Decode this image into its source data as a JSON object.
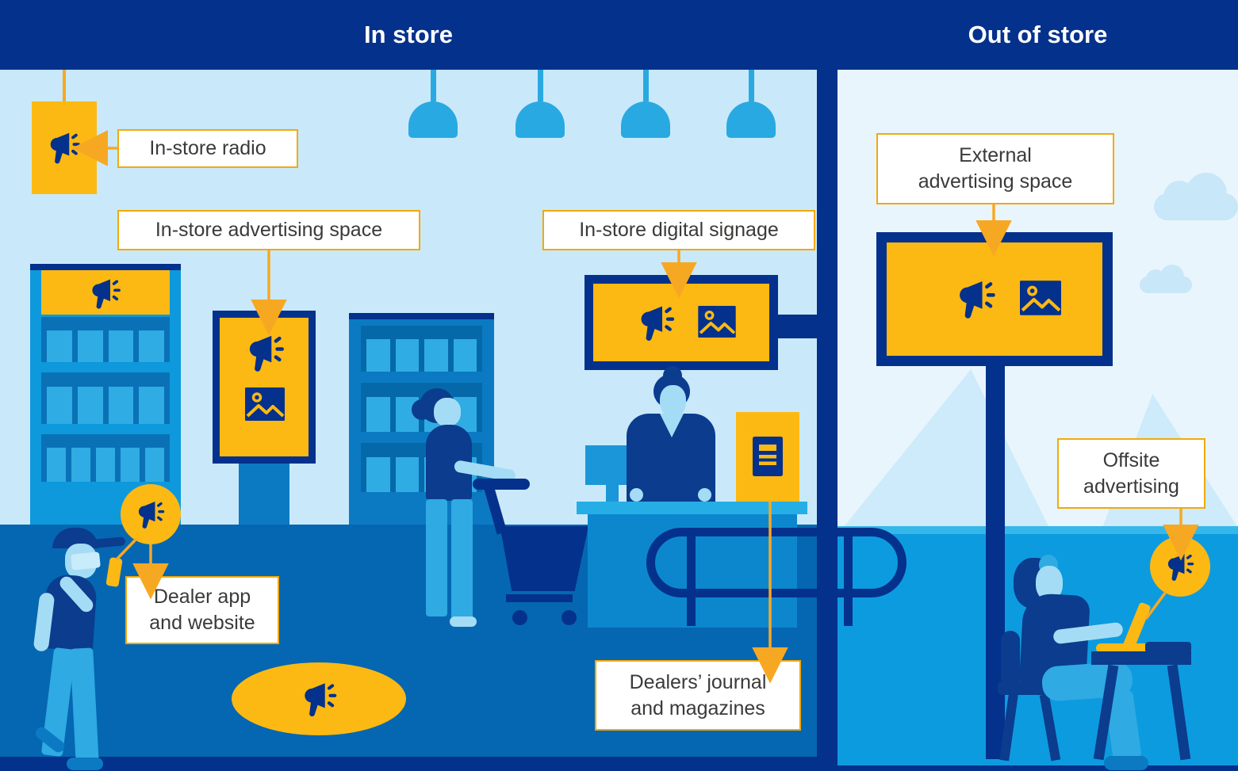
{
  "header": {
    "left": "In store",
    "right": "Out of store"
  },
  "labels": {
    "in_store_radio": "In-store radio",
    "in_store_advertising_space": "In-store advertising space",
    "in_store_digital_signage": "In-store digital signage",
    "dealer_app": "Dealer app and website",
    "dealers_journal": "Dealers’ journal and magazines",
    "external_advertising": "External advertising space",
    "offsite_advertising": "Offsite advertising"
  },
  "icons": {
    "megaphone": "megaphone-icon",
    "image": "image-icon",
    "document": "document-icon",
    "lamp": "ceiling-lamp",
    "cloud": "cloud",
    "mountain": "mountain"
  },
  "colors": {
    "navy": "#04318C",
    "yellow": "#FDB913",
    "arrow_yellow": "#F7A823",
    "label_border": "#F2A90A",
    "label_text": "#3A3A39",
    "wall_light_blue": "#C9E9FB",
    "sky_light_blue": "#E9F5FD",
    "floor_blue": "#0567B1",
    "ground_blue": "#0D9BDF",
    "bright_blue": "#29A9E1",
    "medium_blue": "#0B7AC2",
    "white": "#FFFFFF"
  }
}
